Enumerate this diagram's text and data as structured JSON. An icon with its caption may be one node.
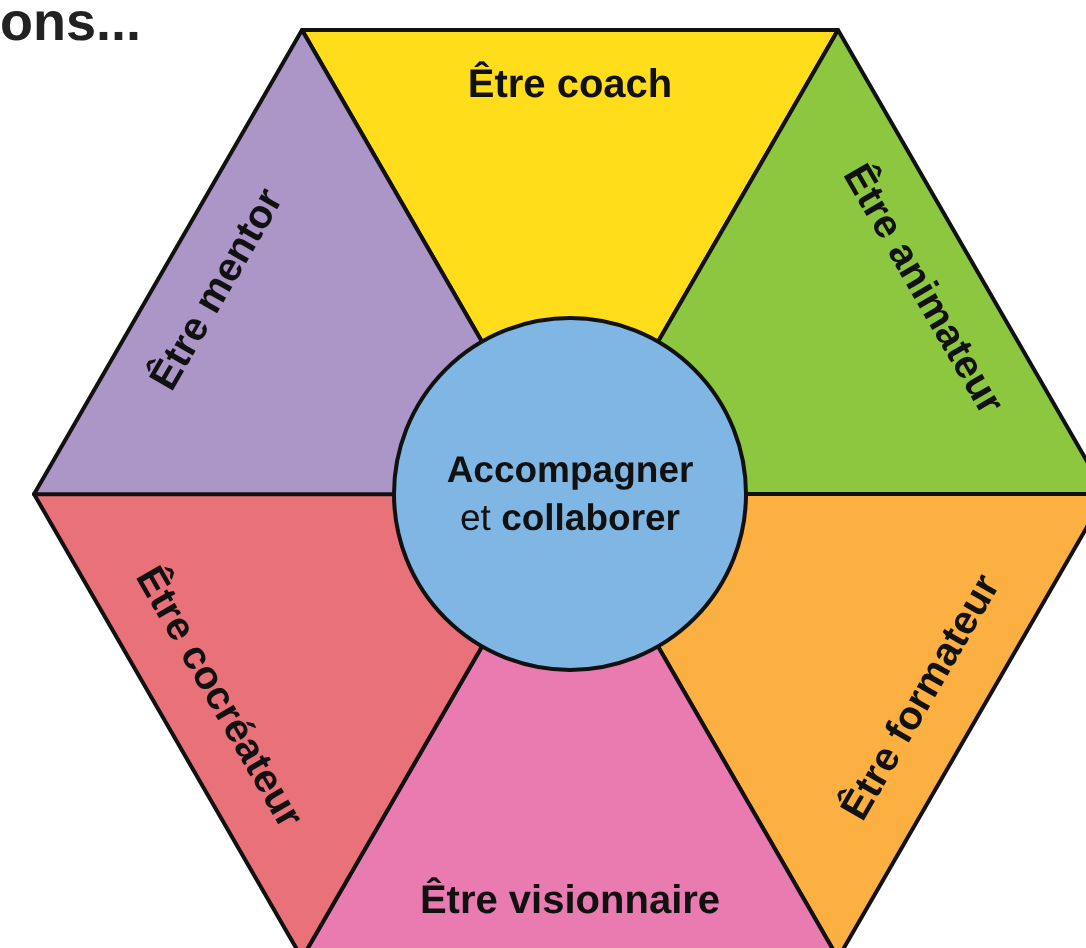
{
  "diagram": {
    "nodes": [
      {
        "text": [
          "Être coach"
        ]
      },
      {
        "text": [
          "Être animateur"
        ]
      },
      {
        "text": [
          "Être formateur"
        ]
      },
      {
        "text": [
          "Être visionnaire"
        ]
      },
      {
        "text": [
          "Être cocréateur"
        ]
      },
      {
        "text": [
          "Être mentor"
        ]
      },
      {
        "text": [
          "**Accompagner** et **collaborer**"
        ]
      }
    ],
    "labels": [
      "ons..."
    ]
  }
}
